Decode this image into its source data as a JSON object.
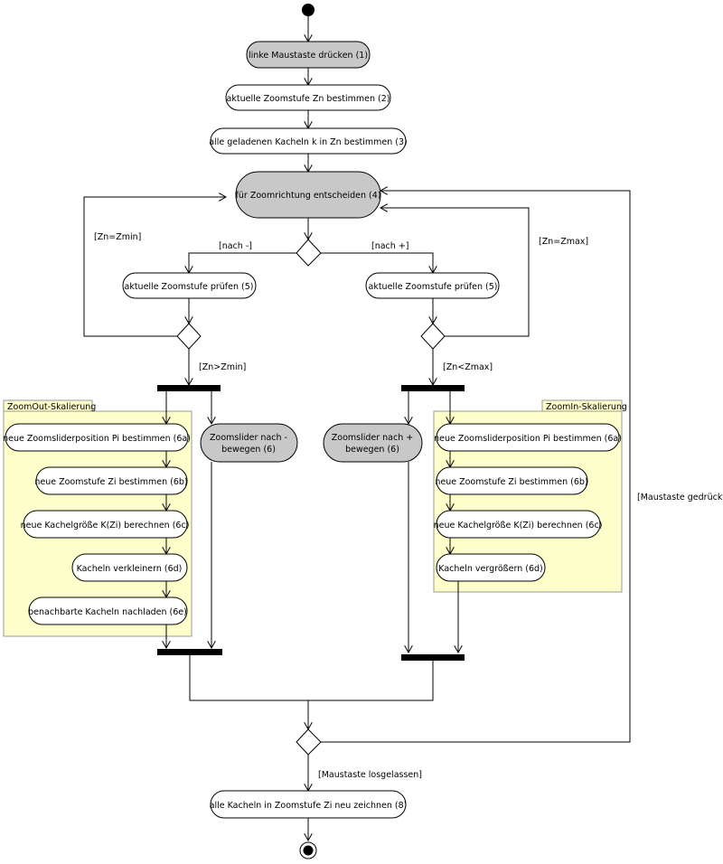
{
  "colors": {
    "node_fill": "#ffffff",
    "node_fill_highlight": "#c8c8c8",
    "package_fill": "#ffffcc",
    "package_border": "#999999",
    "stroke": "#000000"
  },
  "nodes": {
    "press_mouse": "linke Maustaste drücken (1)",
    "current_zoom": "aktuelle Zoomstufe Zn bestimmen (2)",
    "loaded_tiles": "alle geladenen Kacheln k in Zn bestimmen (3)",
    "zoom_direction": "für Zoomrichtung entscheiden (4)",
    "check_zoom_left": "aktuelle Zoomstufe prüfen (5)",
    "check_zoom_right": "aktuelle Zoomstufe prüfen (5)",
    "slider_minus_1": "Zoomslider nach -",
    "slider_minus_2": "bewegen (6)",
    "slider_plus_1": "Zoomslider nach +",
    "slider_plus_2": "bewegen (6)",
    "out_6a": "neue Zoomsliderposition Pi bestimmen (6a)",
    "out_6b": "neue Zoomstufe Zi bestimmen (6b)",
    "out_6c": "neue Kachelgröße K(Zi) berechnen (6c)",
    "out_6d": "Kacheln verkleinern (6d)",
    "out_6e": "benachbarte Kacheln nachladen (6e)",
    "in_6a": "neue Zoomsliderposition Pi bestimmen (6a)",
    "in_6b": "neue Zoomstufe Zi bestimmen (6b)",
    "in_6c": "neue Kachelgröße K(Zi) berechnen (6c)",
    "in_6d": "Kacheln vergrößern (6d)",
    "redraw": "alle Kacheln in Zoomstufe Zi neu zeichnen (8)"
  },
  "packages": {
    "zoom_out": "ZoomOut-Skalierung",
    "zoom_in": "ZoomIn-Skalierung"
  },
  "guards": {
    "zn_zmin": "[Zn=Zmin]",
    "nach_minus": "[nach -]",
    "nach_plus": "[nach +]",
    "zn_zmax": "[Zn=Zmax]",
    "zn_gt_zmin": "[Zn>Zmin]",
    "zn_lt_zmax": "[Zn<Zmax]",
    "maustaste_gedrueckt": "[Maustaste gedrückt]",
    "maustaste_losgelassen": "[Maustaste losgelassen]"
  }
}
